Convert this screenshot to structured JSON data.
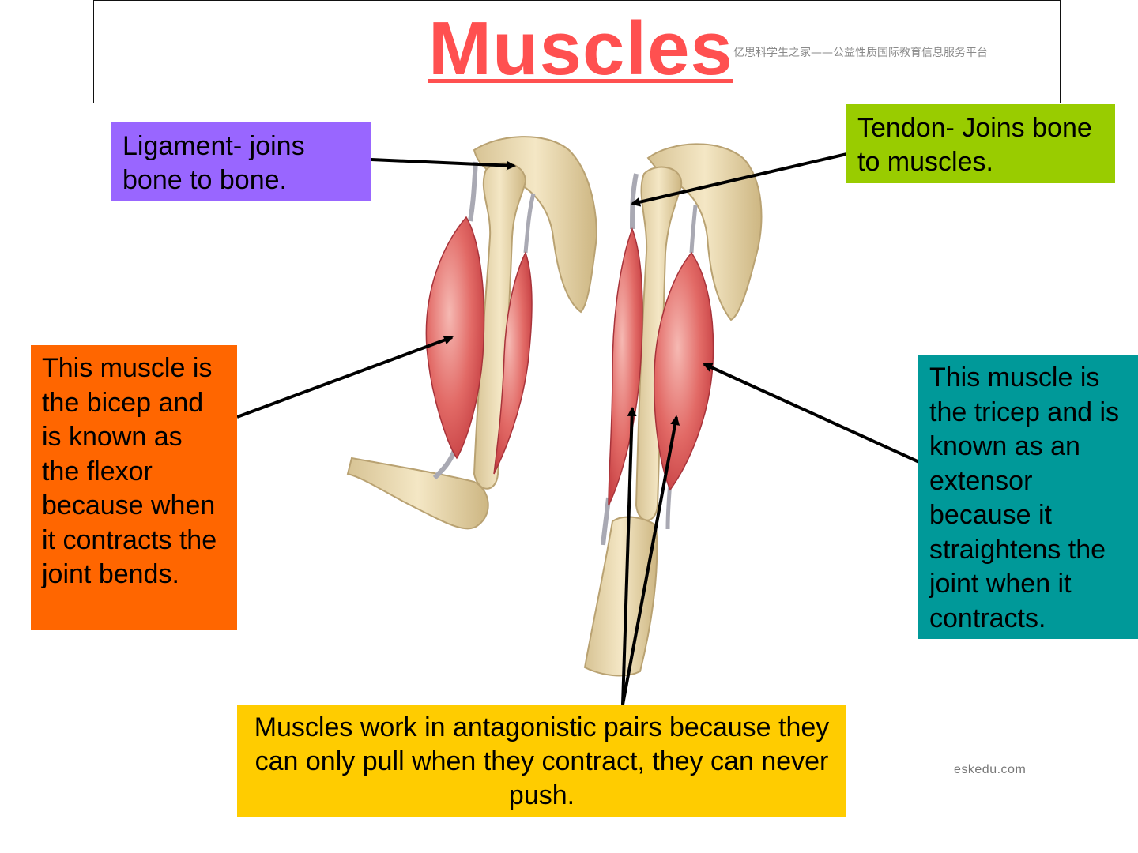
{
  "title": "Muscles",
  "watermark": "亿思科学生之家——公益性质国际教育信息服务平台",
  "labels": {
    "ligament": "Ligament- joins bone to bone.",
    "tendon": "Tendon- Joins bone to muscles.",
    "bicep": "This muscle is the bicep and is known as the flexor because when it contracts the joint bends.",
    "tricep": "This muscle is the tricep and is known as an extensor because it straightens the joint when it contracts.",
    "antagonistic": "Muscles work in antagonistic pairs because they can only pull when they contract, they can never push."
  },
  "site": "eskedu.com",
  "colors": {
    "title": "#ff5050",
    "ligament_box": "#9966ff",
    "tendon_box": "#99cc00",
    "bicep_box": "#ff6600",
    "tricep_box": "#009999",
    "antagonistic_box": "#ffcc00",
    "bone": "#ecdcb4",
    "muscle": "#d9484a"
  }
}
